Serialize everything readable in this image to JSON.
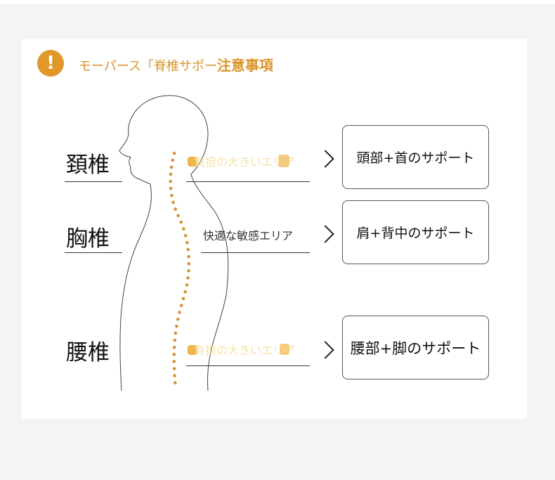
{
  "notice": {
    "icon": "exclamation-icon",
    "icon_glyph": "!",
    "title_prefix": "モーパース「脊椎サポー",
    "title_emph": "注意事項"
  },
  "colors": {
    "accent": "#e0982b",
    "spine_dots": "#d4912f",
    "hot_text": "#f6e2a4",
    "hot_mark": "#f0b44a"
  },
  "sections": [
    {
      "label": "頚椎",
      "zone": "負担の大きいエリア",
      "zone_style": "hot",
      "support": "頭部+首のサポート"
    },
    {
      "label": "胸椎",
      "zone": "快適な敏感エリア",
      "zone_style": "cool",
      "support": "肩+背中のサポート"
    },
    {
      "label": "腰椎",
      "zone": "負担の大きいエリア",
      "zone_style": "hot",
      "support": "腰部+脚のサポート"
    }
  ]
}
